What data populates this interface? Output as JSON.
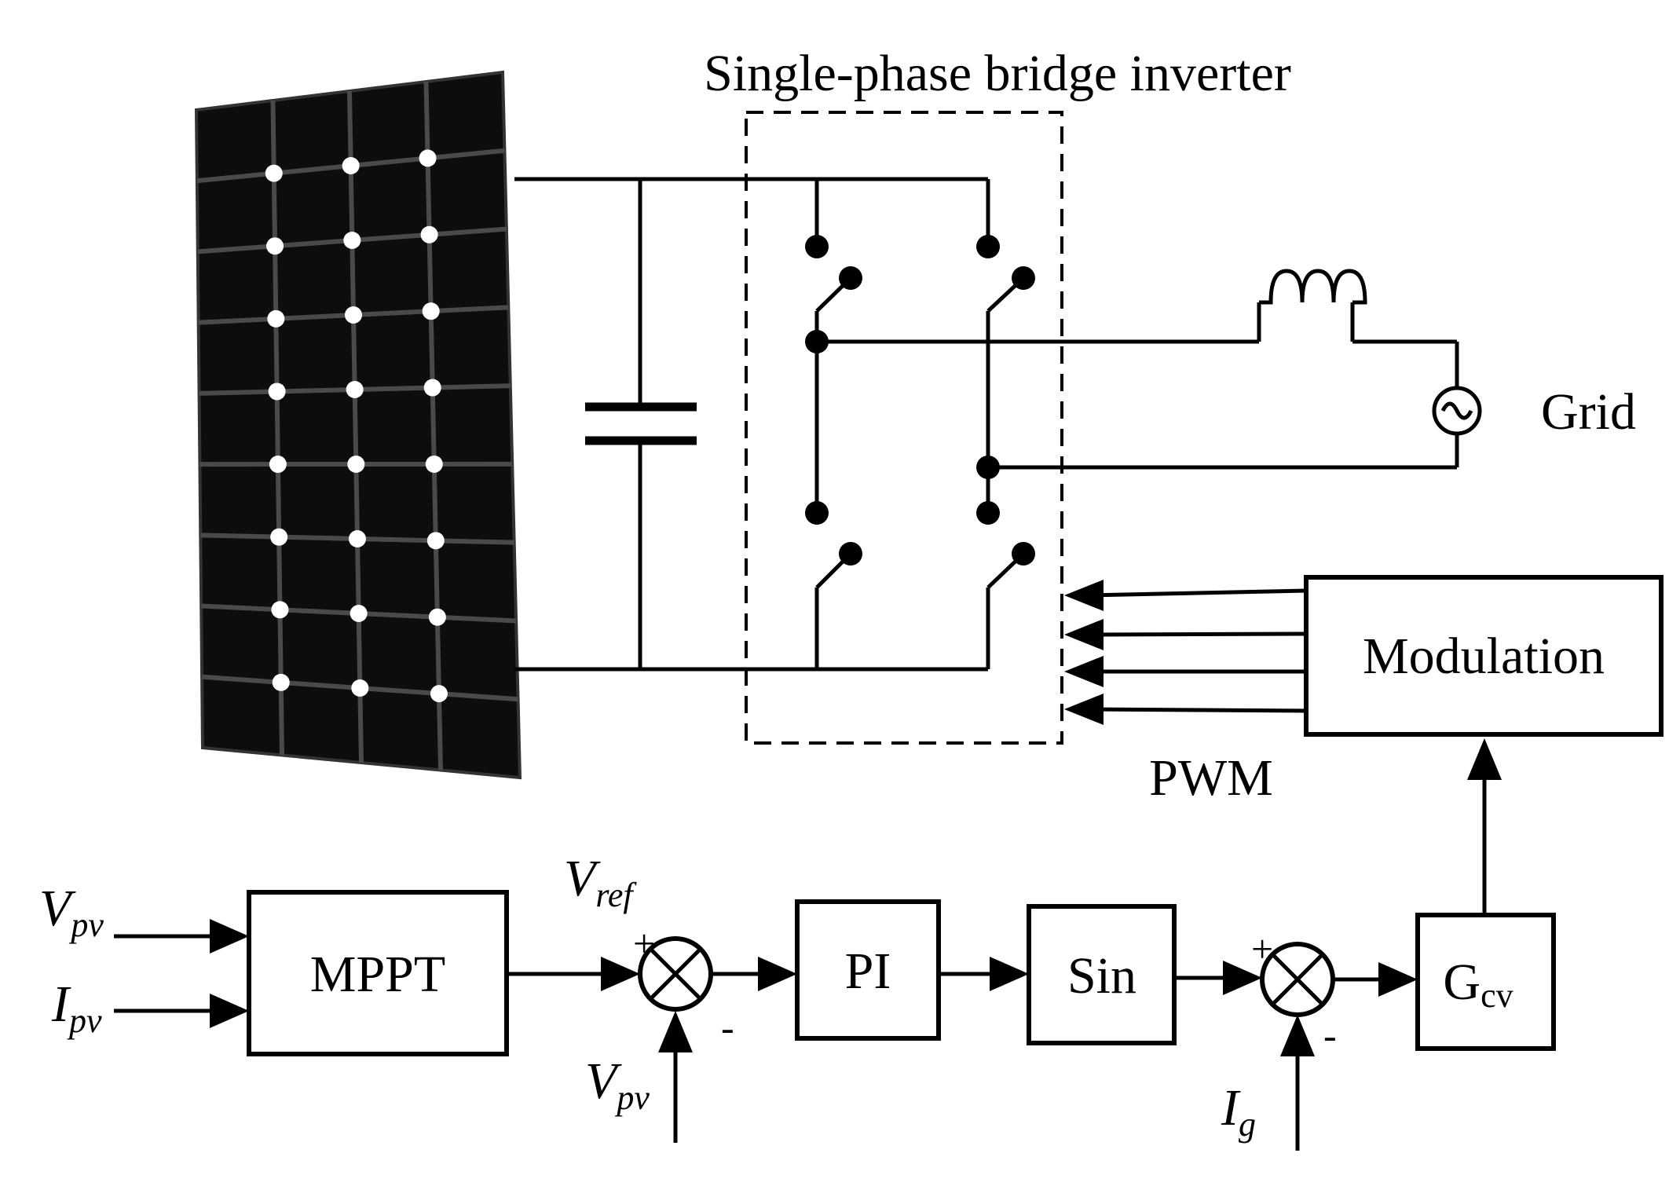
{
  "inverter": {
    "title": "Single-phase bridge inverter"
  },
  "grid": {
    "label": "Grid"
  },
  "modulation": {
    "label": "Modulation"
  },
  "pwm": {
    "label": "PWM"
  },
  "blocks": {
    "mppt": "MPPT",
    "pi": "PI",
    "sin": "Sin",
    "gcv": {
      "main": "G",
      "sub": "cv"
    }
  },
  "signals": {
    "vpv_in": {
      "main": "V",
      "sub": "pv"
    },
    "ipv_in": {
      "main": "I",
      "sub": "pv"
    },
    "vref": {
      "main": "V",
      "sub": "ref"
    },
    "vpv_fb": {
      "main": "V",
      "sub": "pv"
    },
    "ig": {
      "main": "I",
      "sub": "g"
    }
  },
  "signs": {
    "plus": "+",
    "minus": "-"
  },
  "colors": {
    "stroke": "#000000",
    "panel": "#0d0d0d",
    "panel_dot": "#ffffff"
  },
  "icons": {
    "ac_source": "sine-wave-icon"
  }
}
